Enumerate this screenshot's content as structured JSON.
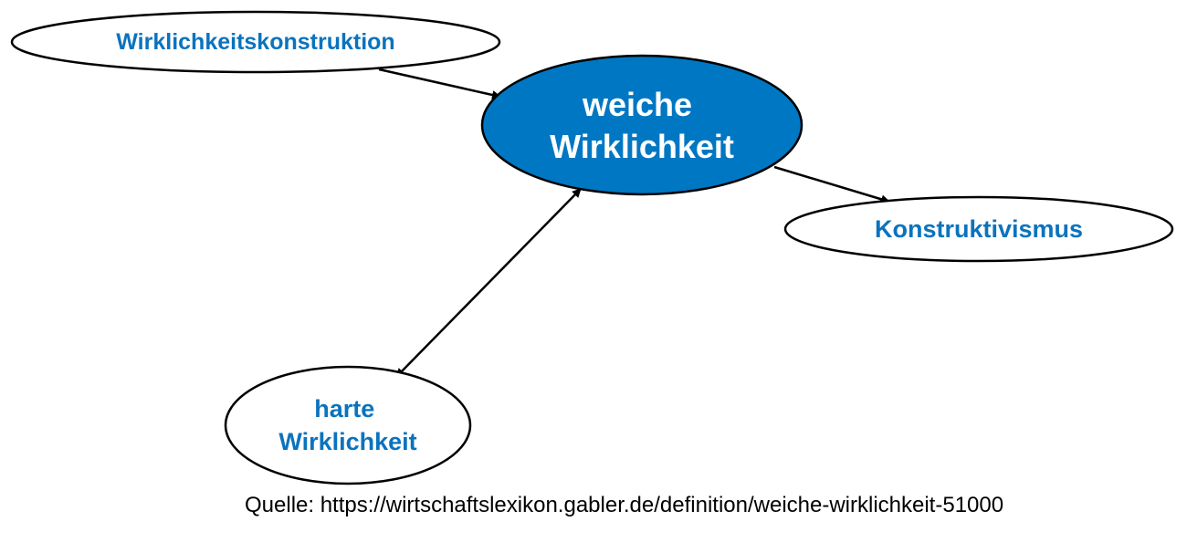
{
  "colors": {
    "central_fill": "#0077c3",
    "central_text": "#ffffff",
    "node_fill": "#ffffff",
    "node_text": "#0b73bd",
    "stroke": "#000000"
  },
  "nodes": {
    "wirklichkeitskonstruktion": {
      "lines": [
        "Wirklichkeitskonstruktion"
      ]
    },
    "weiche_wirklichkeit": {
      "lines": [
        "weiche",
        "Wirklichkeit"
      ]
    },
    "konstruktivismus": {
      "lines": [
        "Konstruktivismus"
      ]
    },
    "harte_wirklichkeit": {
      "lines": [
        "harte",
        "Wirklichkeit"
      ]
    }
  },
  "edges": [
    {
      "from": "wirklichkeitskonstruktion",
      "to": "weiche_wirklichkeit",
      "direction": "forward"
    },
    {
      "from": "weiche_wirklichkeit",
      "to": "konstruktivismus",
      "direction": "forward"
    },
    {
      "from": "weiche_wirklichkeit",
      "to": "harte_wirklichkeit",
      "direction": "both"
    }
  ],
  "source": "Quelle: https://wirtschaftslexikon.gabler.de/definition/weiche-wirklichkeit-51000"
}
